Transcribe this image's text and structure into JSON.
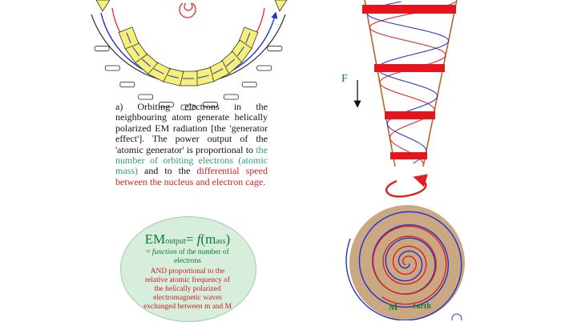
{
  "caption": {
    "part1": "a) Orbiting electrons in the neighbouring atom generate helically polarized EM radiation [the 'generator effect']. The power output of the 'atomic generator' is proportional to ",
    "green": "the number of orbiting electrons (atomic mass)",
    "part2": " and to the ",
    "red": "differential speed between the nucleus and electron cage."
  },
  "equation": {
    "em": "EM",
    "output_sub": "output",
    "equals": "= ",
    "function_sym": "f",
    "mass_open": "(m",
    "mass_sub": "ass",
    "mass_close": ")",
    "line1_prefix": "= ",
    "line1_function": "function",
    "line1_rest": " of the number of",
    "line2": "electrons",
    "line3": "AND proportional to the",
    "line4": "relative atomic frequency of",
    "line5": "the helically polarized",
    "line6": "electromagnetic waves",
    "line7": "exchanged between m and M"
  },
  "labels": {
    "force": "F",
    "mass_M": "M",
    "earth": "earth"
  },
  "colors": {
    "spiral_red": "#e02020",
    "spiral_blue": "#2030d0",
    "stator_yellow": "#f4f07a",
    "earth_tan": "#c9a882",
    "cone_brown": "#b8642e",
    "bubble_green": "#d6eedb"
  }
}
